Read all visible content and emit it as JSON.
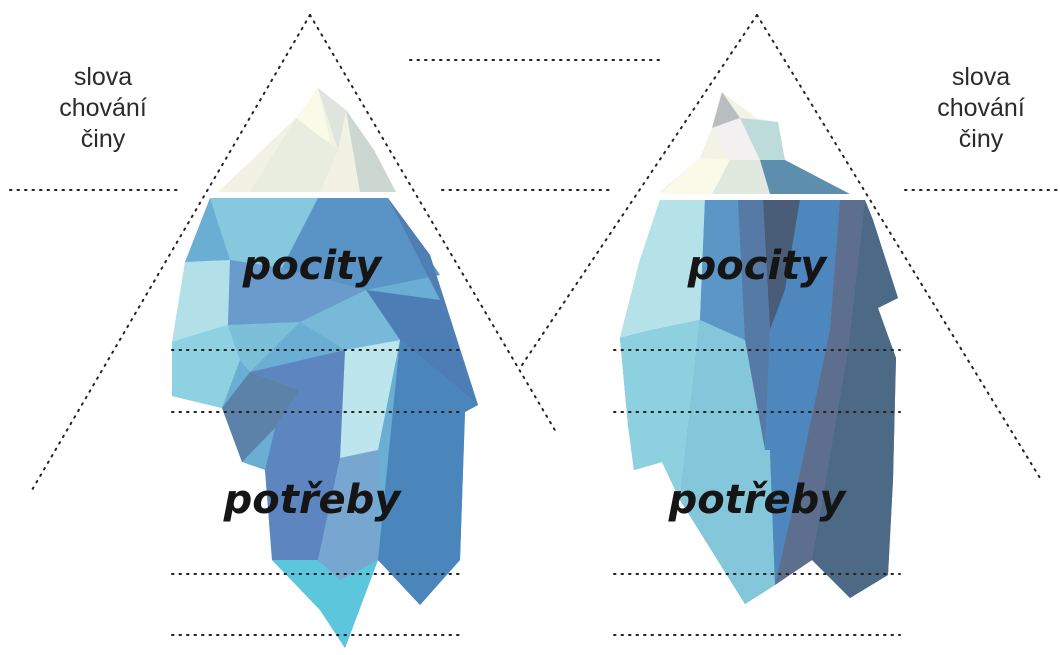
{
  "left_iceberg": {
    "side_text": [
      "slova",
      "chování",
      "činy"
    ],
    "upper_label": "pocity",
    "lower_label": "potřeby"
  },
  "right_iceberg": {
    "side_text": [
      "slova",
      "chování",
      "činy"
    ],
    "upper_label": "pocity",
    "lower_label": "potřeby"
  }
}
